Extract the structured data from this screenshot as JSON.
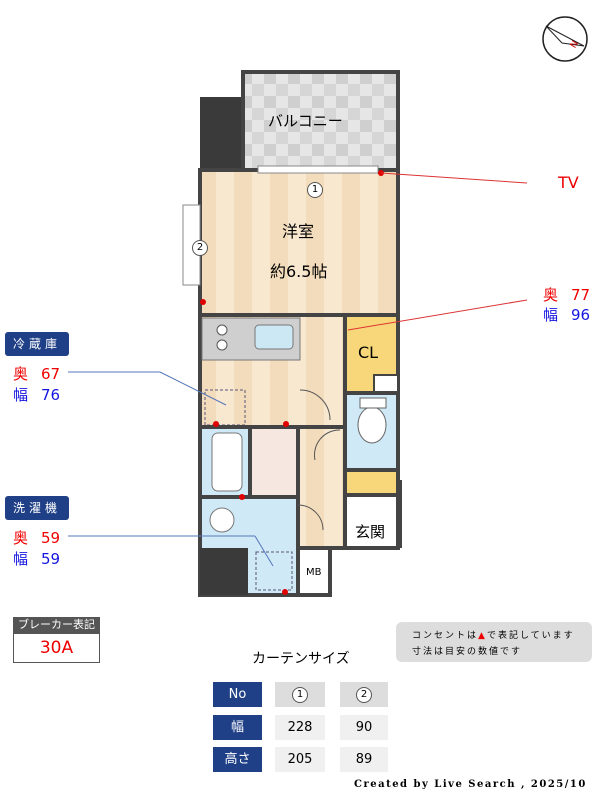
{
  "plan": {
    "balcony": "バルコニー",
    "room": "洋室",
    "room_size": "約6.5帖",
    "closet": "CL",
    "entrance": "玄関",
    "meter_box": "MB",
    "window_1": "1",
    "window_2": "2"
  },
  "tv_label": "TV",
  "closet_dims": {
    "depth_label": "奥",
    "depth": "77",
    "width_label": "幅",
    "width": "96"
  },
  "fridge": {
    "title": "冷蔵庫",
    "depth_label": "奥",
    "depth": "67",
    "width_label": "幅",
    "width": "76"
  },
  "washer": {
    "title": "洗濯機",
    "depth_label": "奥",
    "depth": "59",
    "width_label": "幅",
    "width": "59"
  },
  "breaker": {
    "label": "ブレーカー表記",
    "value": "30A"
  },
  "notes": {
    "line1_a": "コンセントは",
    "line1_b": "で表記しています",
    "line2": "寸法は目安の数値です"
  },
  "curtain": {
    "title": "カーテンサイズ",
    "header": "No",
    "cols": [
      "1",
      "2"
    ],
    "rows": [
      {
        "label": "幅",
        "values": [
          "228",
          "90"
        ]
      },
      {
        "label": "高さ",
        "values": [
          "205",
          "89"
        ]
      }
    ]
  },
  "credit": "Created by Live Search , 2025/10",
  "colors": {
    "outlet": "#e00000",
    "tag": "#1f3f86",
    "depth": "#e00000",
    "width": "#1515e0"
  }
}
